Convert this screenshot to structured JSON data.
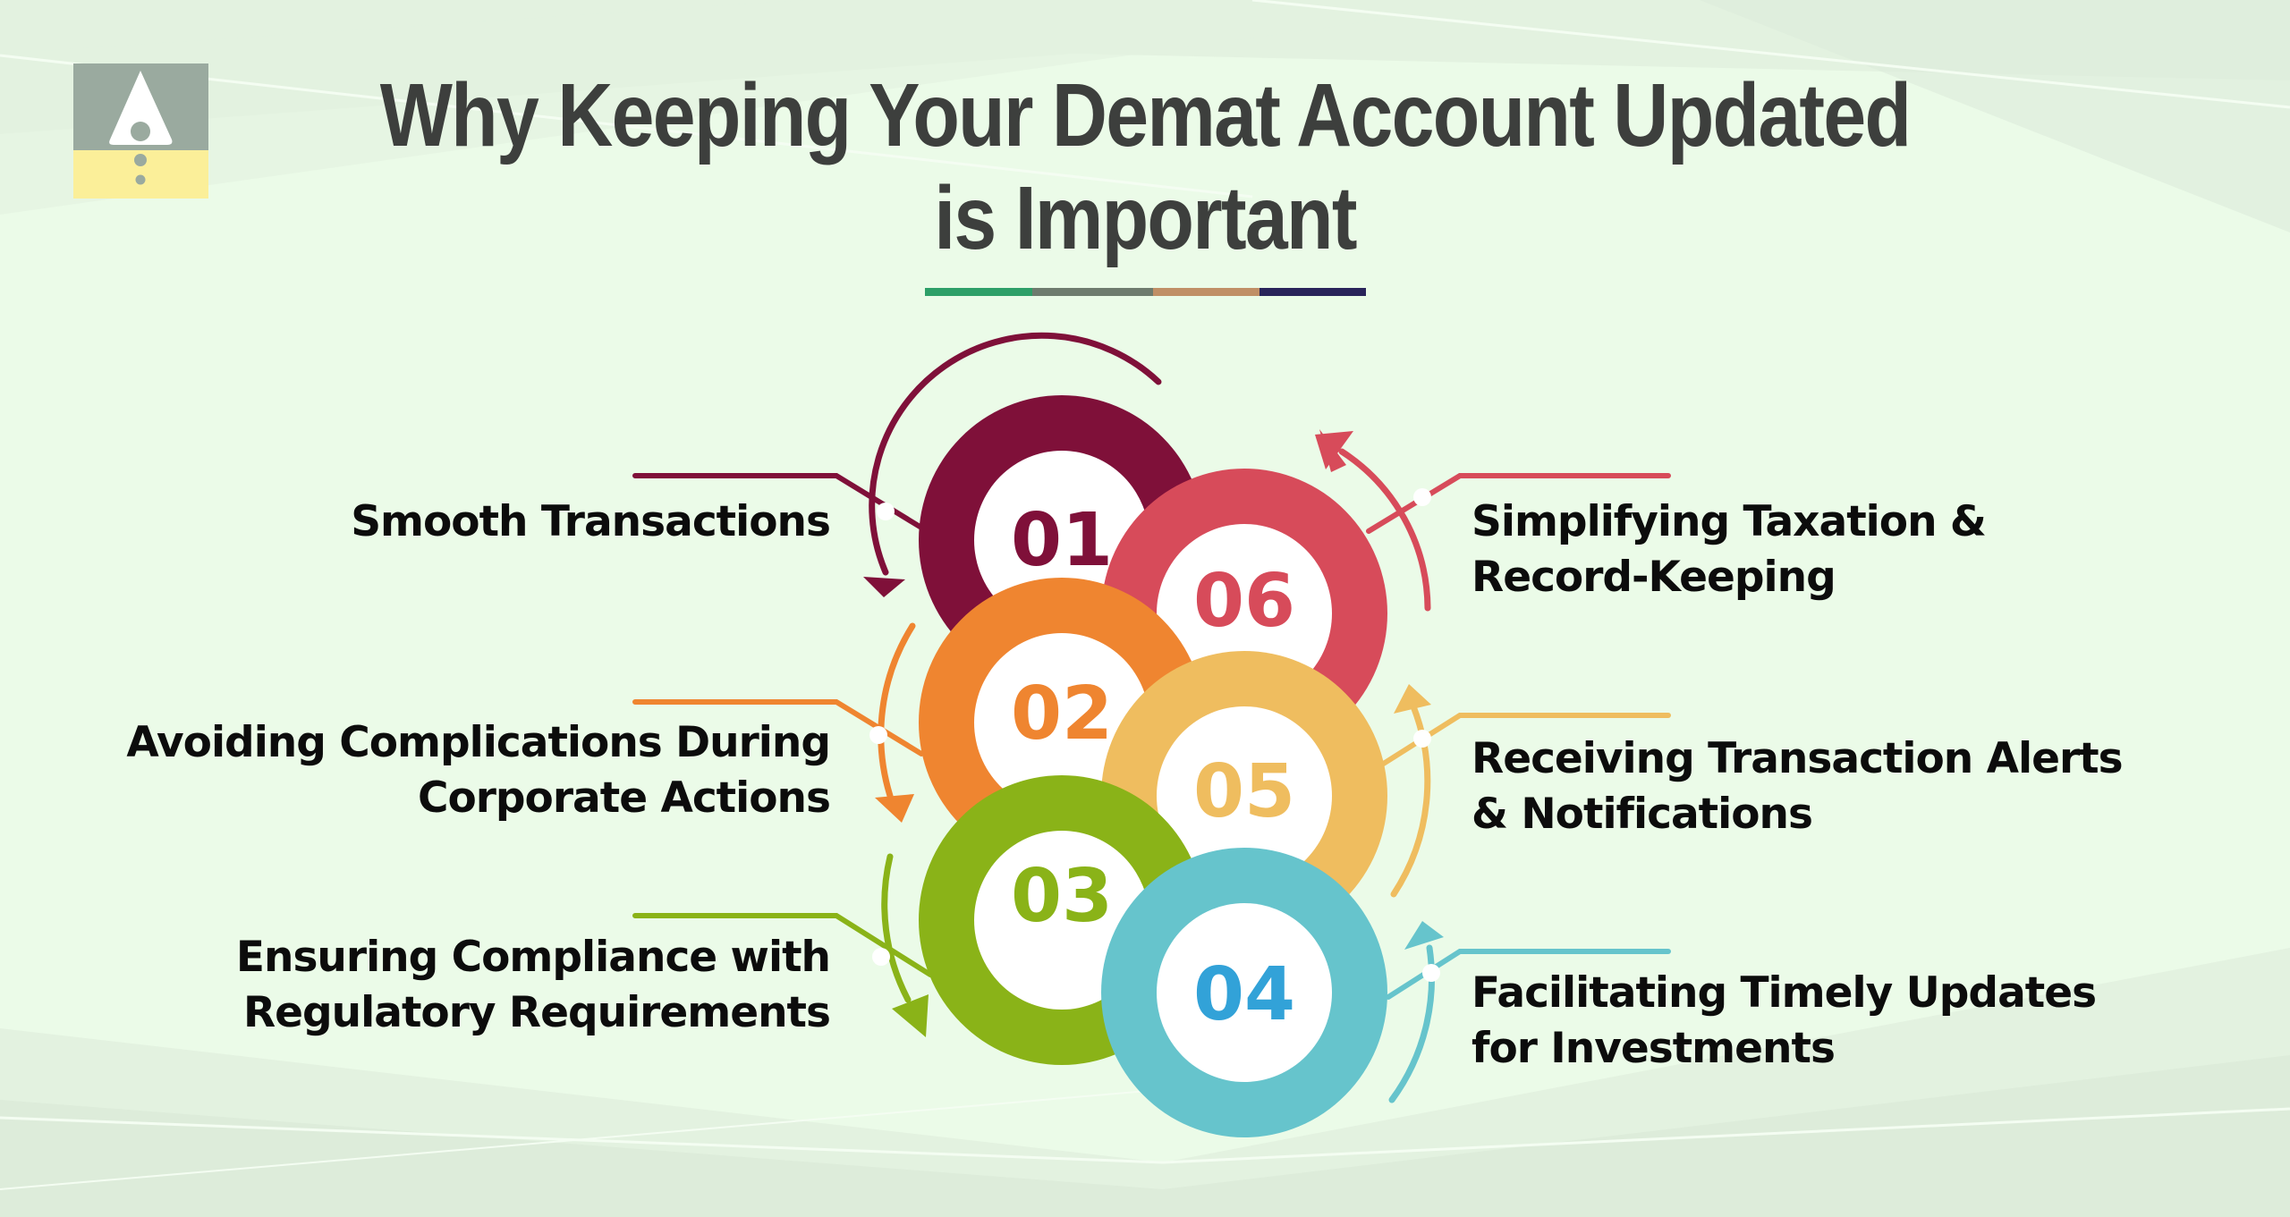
{
  "title": {
    "line1": "Why Keeping Your Demat Account Updated",
    "line2": "is Important"
  },
  "underline_colors": [
    "#2d9f68",
    "#6e7b6e",
    "#c08f66",
    "#29245a"
  ],
  "logo": {
    "icon": "warning-triangle-icon",
    "top_color": "#9aaa9f",
    "bottom_color": "#fbef99"
  },
  "steps": [
    {
      "number": "01",
      "label_line1": "Smooth Transactions",
      "label_line2": "",
      "color": "#7f1039",
      "side": "left"
    },
    {
      "number": "02",
      "label_line1": "Avoiding Complications During",
      "label_line2": "Corporate Actions",
      "color": "#ef8530",
      "side": "left"
    },
    {
      "number": "03",
      "label_line1": "Ensuring Compliance with",
      "label_line2": "Regulatory Requirements",
      "color": "#8ab318",
      "side": "left"
    },
    {
      "number": "04",
      "label_line1": "Facilitating Timely Updates",
      "label_line2": "for Investments",
      "color": "#66c4cc",
      "number_color": "#32a2d8",
      "side": "right"
    },
    {
      "number": "05",
      "label_line1": "Receiving Transaction Alerts",
      "label_line2": "& Notifications",
      "color": "#efbd5f",
      "side": "right"
    },
    {
      "number": "06",
      "label_line1": "Simplifying Taxation &",
      "label_line2": "Record-Keeping",
      "color": "#d74b5a",
      "side": "right"
    }
  ],
  "colors": {
    "background": "#ebfbe8",
    "title": "#3d3f3d",
    "label_text": "#0c0c0c"
  }
}
